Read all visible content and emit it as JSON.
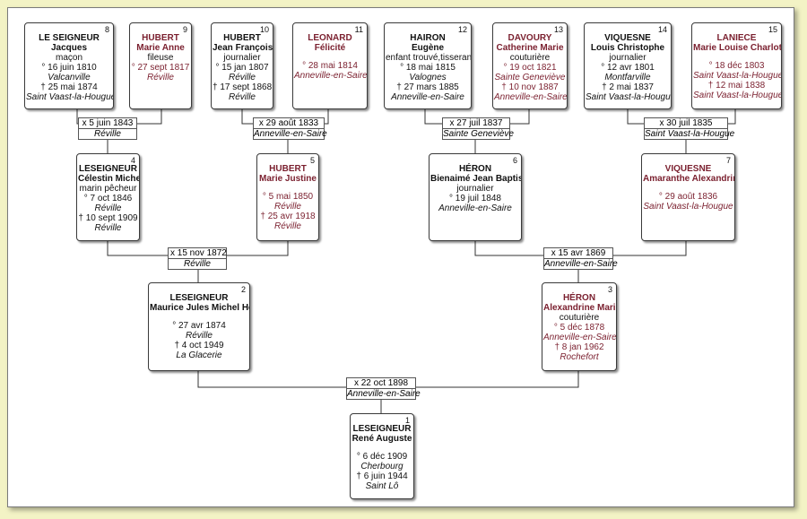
{
  "persons": {
    "p8": {
      "num": "8",
      "sex": "m",
      "surname": "LE SEIGNEUR",
      "given": "Jacques",
      "occupation": "maçon",
      "birth": "° 16 juin 1810",
      "birth_place": "Valcanville",
      "death": "† 25 mai 1874",
      "death_place": "Saint Vaast-la-Hougue"
    },
    "p9": {
      "num": "9",
      "sex": "f",
      "surname": "HUBERT",
      "given": "Marie Anne",
      "occupation": "fileuse",
      "birth": "° 27 sept 1817",
      "birth_place": "Réville",
      "death": "",
      "death_place": ""
    },
    "p10": {
      "num": "10",
      "sex": "m",
      "surname": "HUBERT",
      "given": "Jean François",
      "occupation": "journalier",
      "birth": "° 15 jan 1807",
      "birth_place": "Réville",
      "death": "† 17 sept 1868",
      "death_place": "Réville"
    },
    "p11": {
      "num": "11",
      "sex": "f",
      "surname": "LEONARD",
      "given": "Félicité",
      "occupation": "",
      "birth": "° 28 mai 1814",
      "birth_place": "Anneville-en-Saire",
      "death": "",
      "death_place": ""
    },
    "p12": {
      "num": "12",
      "sex": "m",
      "surname": "HAIRON",
      "given": "Eugène",
      "occupation": "enfant trouvé,tisserand",
      "birth": "° 18 mai 1815",
      "birth_place": "Valognes",
      "death": "† 27 mars 1885",
      "death_place": "Anneville-en-Saire"
    },
    "p13": {
      "num": "13",
      "sex": "f",
      "surname": "DAVOURY",
      "given": "Catherine Marie",
      "occupation": "couturière",
      "birth": "° 19 oct 1821",
      "birth_place": "Sainte Geneviève",
      "death": "† 10 nov 1887",
      "death_place": "Anneville-en-Saire"
    },
    "p14": {
      "num": "14",
      "sex": "m",
      "surname": "VIQUESNE",
      "given": "Louis Christophe",
      "occupation": "journalier",
      "birth": "° 12 avr 1801",
      "birth_place": "Montfarville",
      "death": "† 2 mai 1837",
      "death_place": "Saint Vaast-la-Hougue"
    },
    "p15": {
      "num": "15",
      "sex": "f",
      "surname": "LANIECE",
      "given": "Marie Louise Charlotte",
      "occupation": "",
      "birth": "° 18 déc 1803",
      "birth_place": "Saint Vaast-la-Hougue",
      "death": "† 12 mai 1838",
      "death_place": "Saint Vaast-la-Hougue"
    },
    "p4": {
      "num": "4",
      "sex": "m",
      "surname": "LESEIGNEUR",
      "given": "Célestin Michel",
      "occupation": "marin pêcheur",
      "birth": "° 7 oct 1846",
      "birth_place": "Réville",
      "death": "† 10 sept 1909",
      "death_place": "Réville"
    },
    "p5": {
      "num": "5",
      "sex": "f",
      "surname": "HUBERT",
      "given": "Marie Justine",
      "occupation": "",
      "birth": "° 5 mai 1850",
      "birth_place": "Réville",
      "death": "† 25 avr 1918",
      "death_place": "Réville"
    },
    "p6": {
      "num": "6",
      "sex": "m",
      "surname": "HÉRON",
      "given": "Bienaimé Jean Baptiste",
      "occupation": "journalier",
      "birth": "° 19 juil 1848",
      "birth_place": "Anneville-en-Saire",
      "death": "",
      "death_place": ""
    },
    "p7": {
      "num": "7",
      "sex": "f",
      "surname": "VIQUESNE",
      "given": "Amaranthe Alexandrine",
      "occupation": "",
      "birth": "° 29 août 1836",
      "birth_place": "Saint Vaast-la-Hougue",
      "death": "",
      "death_place": ""
    },
    "p2": {
      "num": "2",
      "sex": "m",
      "surname": "LESEIGNEUR",
      "given": "Maurice Jules Michel Henri",
      "occupation": "",
      "birth": "° 27 avr 1874",
      "birth_place": "Réville",
      "death": "† 4 oct 1949",
      "death_place": "La Glacerie"
    },
    "p3": {
      "num": "3",
      "sex": "f",
      "surname": "HÉRON",
      "given": "Alexandrine Marie",
      "occupation": "couturière",
      "birth": "° 5 déc 1878",
      "birth_place": "Anneville-en-Saire",
      "death": "† 8 jan 1962",
      "death_place": "Rochefort"
    },
    "p1": {
      "num": "1",
      "sex": "m",
      "surname": "LESEIGNEUR",
      "given": "René Auguste",
      "occupation": "",
      "birth": "° 6 déc 1909",
      "birth_place": "Cherbourg",
      "death": "† 6 juin 1944",
      "death_place": "Saint Lô"
    }
  },
  "marriages": {
    "m8_9": {
      "date": "x 5 juin 1843",
      "place": "Réville"
    },
    "m10_11": {
      "date": "x 29 août 1833",
      "place": "Anneville-en-Saire"
    },
    "m12_13": {
      "date": "x 27 juil 1837",
      "place": "Sainte Geneviève"
    },
    "m14_15": {
      "date": "x 30 juil 1835",
      "place": "Saint Vaast-la-Hougue"
    },
    "m4_5": {
      "date": "x 15 nov 1872",
      "place": "Réville"
    },
    "m6_7": {
      "date": "x 15 avr 1869",
      "place": "Anneville-en-Saire"
    },
    "m2_3": {
      "date": "x 22 oct 1898",
      "place": "Anneville-en-Saire"
    }
  },
  "colors": {
    "female": "#7a1f2e",
    "male": "#111111",
    "background": "#f3f3c5",
    "line": "#333333"
  }
}
